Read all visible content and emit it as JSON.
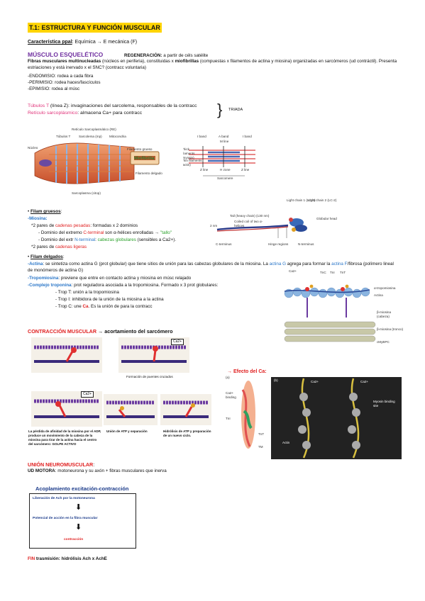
{
  "title": "T.1: ESTRUCTURA Y FUNCIÓN MUSCULAR",
  "characteristic": {
    "label": "Característica ppal",
    "text": ": Equímica → E mecánica (F)"
  },
  "skeletal": {
    "heading": "MÚSCULO ESQUELÉTICO",
    "regeneration_label": "REGENERACIÓN:",
    "regeneration_text": " a partir de céls satélite",
    "fibers_label": "Fibras musculares multinucleadas",
    "fibers_text": " (núcleos en periferia), constituidas x ",
    "myofibrils_label": "miofibrillas",
    "myofibrils_text": " (compuestas x filamentos de actina y miosina) organizadas en sarcómeros (ud contráctil). Presenta estriaciones y está inervado x el SNC? (contracc voluntaria)",
    "endomisio": "-ENDOMISIO: rodea a cada fibra",
    "perimisio": "-PERIMISIO: rodea haces/fascículos",
    "epimisio": "-EPIMISIO: rodea al músc"
  },
  "tubules": {
    "t_label": "Túbulos T",
    "t_text": " (línea Z): invaginaciones del sarcolema, responsables de la contracc",
    "sr_label": "Retículo sarcoplásmico",
    "sr_text": ": almacena Ca+ para contracc",
    "triad": "TRIADA"
  },
  "fig_muscle": {
    "labels": [
      "Retículo Sarcoplasmático (RE)",
      "Túbulos T",
      "Sarcolema (mp)",
      "Mitocondria",
      "Núcleo",
      "Filamento grueso",
      "Miofibrilla",
      "Filamento delgado",
      "Sarcoplasma (citop)"
    ]
  },
  "fig_sarcomere": {
    "labels": [
      "I band",
      "A band",
      "I band",
      "M line",
      "Thick filaments (myosin)",
      "Thin filaments (actin)",
      "Z line",
      "H zone",
      "Z line",
      "Sarcomere"
    ]
  },
  "thick": {
    "heading": "Filam gruesos",
    "myosin": "-Miosina:",
    "pairs1_pre": "*2 pares de ",
    "heavy": "cadenas pesadas",
    "pairs1_post": ": formadas x 2 dominios",
    "c_pre": "- Dominio del extremo ",
    "c_term": "C-terminal",
    "c_mid": " son α-hélices enrolladas → ",
    "tail": "\"tallo\"",
    "n_pre": "- Dominio del extr ",
    "n_term": "N-terminal",
    "n_mid": ": ",
    "heads": "cabezas globulares",
    "n_post": " (sensibles a Ca2+).",
    "pairs2_pre": "*2 pares de ",
    "light": "cadenas ligeras"
  },
  "fig_myosin": {
    "labels": [
      "Light chain 1 (LC-1)",
      "Light chain 2 (LC-2)",
      "Tail (heavy chain) (130 nm)",
      "Coiled coil of two α-helices",
      "Globular head",
      "2 nm",
      "C-terminus",
      "Hinge regions",
      "N-terminus"
    ]
  },
  "thin": {
    "heading": "Filam delgados",
    "actin_label": "-Actina",
    "actin_text": ": se sintetiza como actina G (prot globular) que tiene sitios de unión para las cabezas globulares de la miosina. La ",
    "actin_g": "actina G",
    "actin_text2": " agrega para formar la ",
    "actin_f": "actina F",
    "actin_text3": "/fibrosa (polímero lineal de monómeros de actina G)",
    "tropomyosin_label": "-Tropomiosina",
    "tropomyosin_text": ": previene que entre en contacto actina y miosina en músc relajado",
    "troponin_label": "-Complejo troponina",
    "troponin_text": ": prot reguladora asociada a la tropomiosina. Formado x 3 prot globulares:",
    "tropT": "- Trop T: unión a la tropomiosina",
    "tropI": "- Trop I: inhibidora de la unión de la miosina a la actina",
    "tropC_pre": "- Trop C: une ",
    "tropC_ca": "Ca",
    "tropC_post": ". Es la unión de para la contracc"
  },
  "fig_thin": {
    "labels": [
      "TnC",
      "TnI",
      "TnT",
      "Ca2+",
      "α-tropomiosina",
      "Actina",
      "β-miosina (cabeza)",
      "β-miosina (tronco)",
      "cMyBPC"
    ]
  },
  "contraction": {
    "heading": "CONTRACCIÓN MUSCULAR",
    "heading_post": " → acortamiento del sarcómero",
    "ca": "Ca2+",
    "bridges": "Formación de puentes cruzados",
    "cap1": "La pérdida de afinidad de la miosina por el ADP, produce un movimiento de la cabeza de la miosina para tirar de la actina hacia el centro del sarcómero: GOLPE ACTIVO",
    "cap2": "Unión de ATP y separación",
    "cap3": "Hidrólisis de ATP y preparación de un nuevo ciclo."
  },
  "ca_effect": {
    "heading": "→ Efecto del Ca:",
    "labels": [
      "(a)",
      "(b)",
      "Ca2+ binding",
      "TnI",
      "TnT",
      "TM",
      "Actin",
      "Myosin binding site",
      "Ca2+",
      "Ca2+"
    ]
  },
  "nmj": {
    "heading": "UNIÓN NEUROMUSCULAR",
    "heading_post": ":",
    "motor_label": "UD MOTORA",
    "motor_text": ": motoneurona y su axón + fibras musculares que inerva"
  },
  "coupling": {
    "title": "Acoplamiento excitación-contracción",
    "step1": "Liberación de Ach por la motoneurona",
    "step2": "Potencial de acción en la fibra muscular",
    "step3": "contracción"
  },
  "end": {
    "label": "FIN",
    "text": " trasmisión: hidrólisis Ach x AchE"
  },
  "colors": {
    "highlight": "#ffd400",
    "purple": "#7030a0",
    "pink": "#e0337a",
    "red": "#e02020",
    "blue": "#2a76c8",
    "green": "#2aa02a"
  }
}
